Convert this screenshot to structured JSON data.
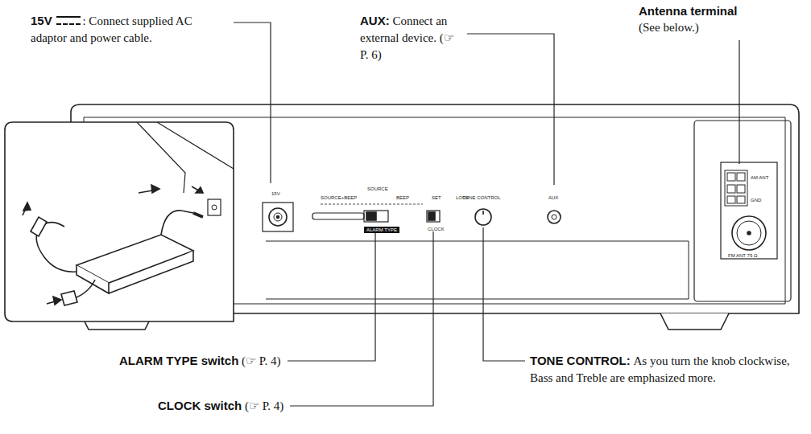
{
  "diagram": {
    "labels": [
      "15V",
      ": Connect supplied AC adaptor and power cable.",
      "AUX:",
      "Connect an external device. (☞ P. 6)",
      "Antenna terminal",
      "(See below.)",
      "ALARM TYPE switch",
      "(☞ P. 4)",
      "CLOCK switch",
      "(☞ P. 4)",
      "TONE CONTROL:",
      "As you turn the knob clockwise, Bass and Treble are emphasized more.",
      "15V",
      "SOURCE+BEEP",
      "SOURCE",
      "BEEP",
      "ALARM TYPE",
      "SET",
      "LOCK",
      "CLOCK",
      "TONE CONTROL",
      "AUX",
      "AM ANT",
      "GND",
      "FM ANT 75 Ω"
    ]
  }
}
